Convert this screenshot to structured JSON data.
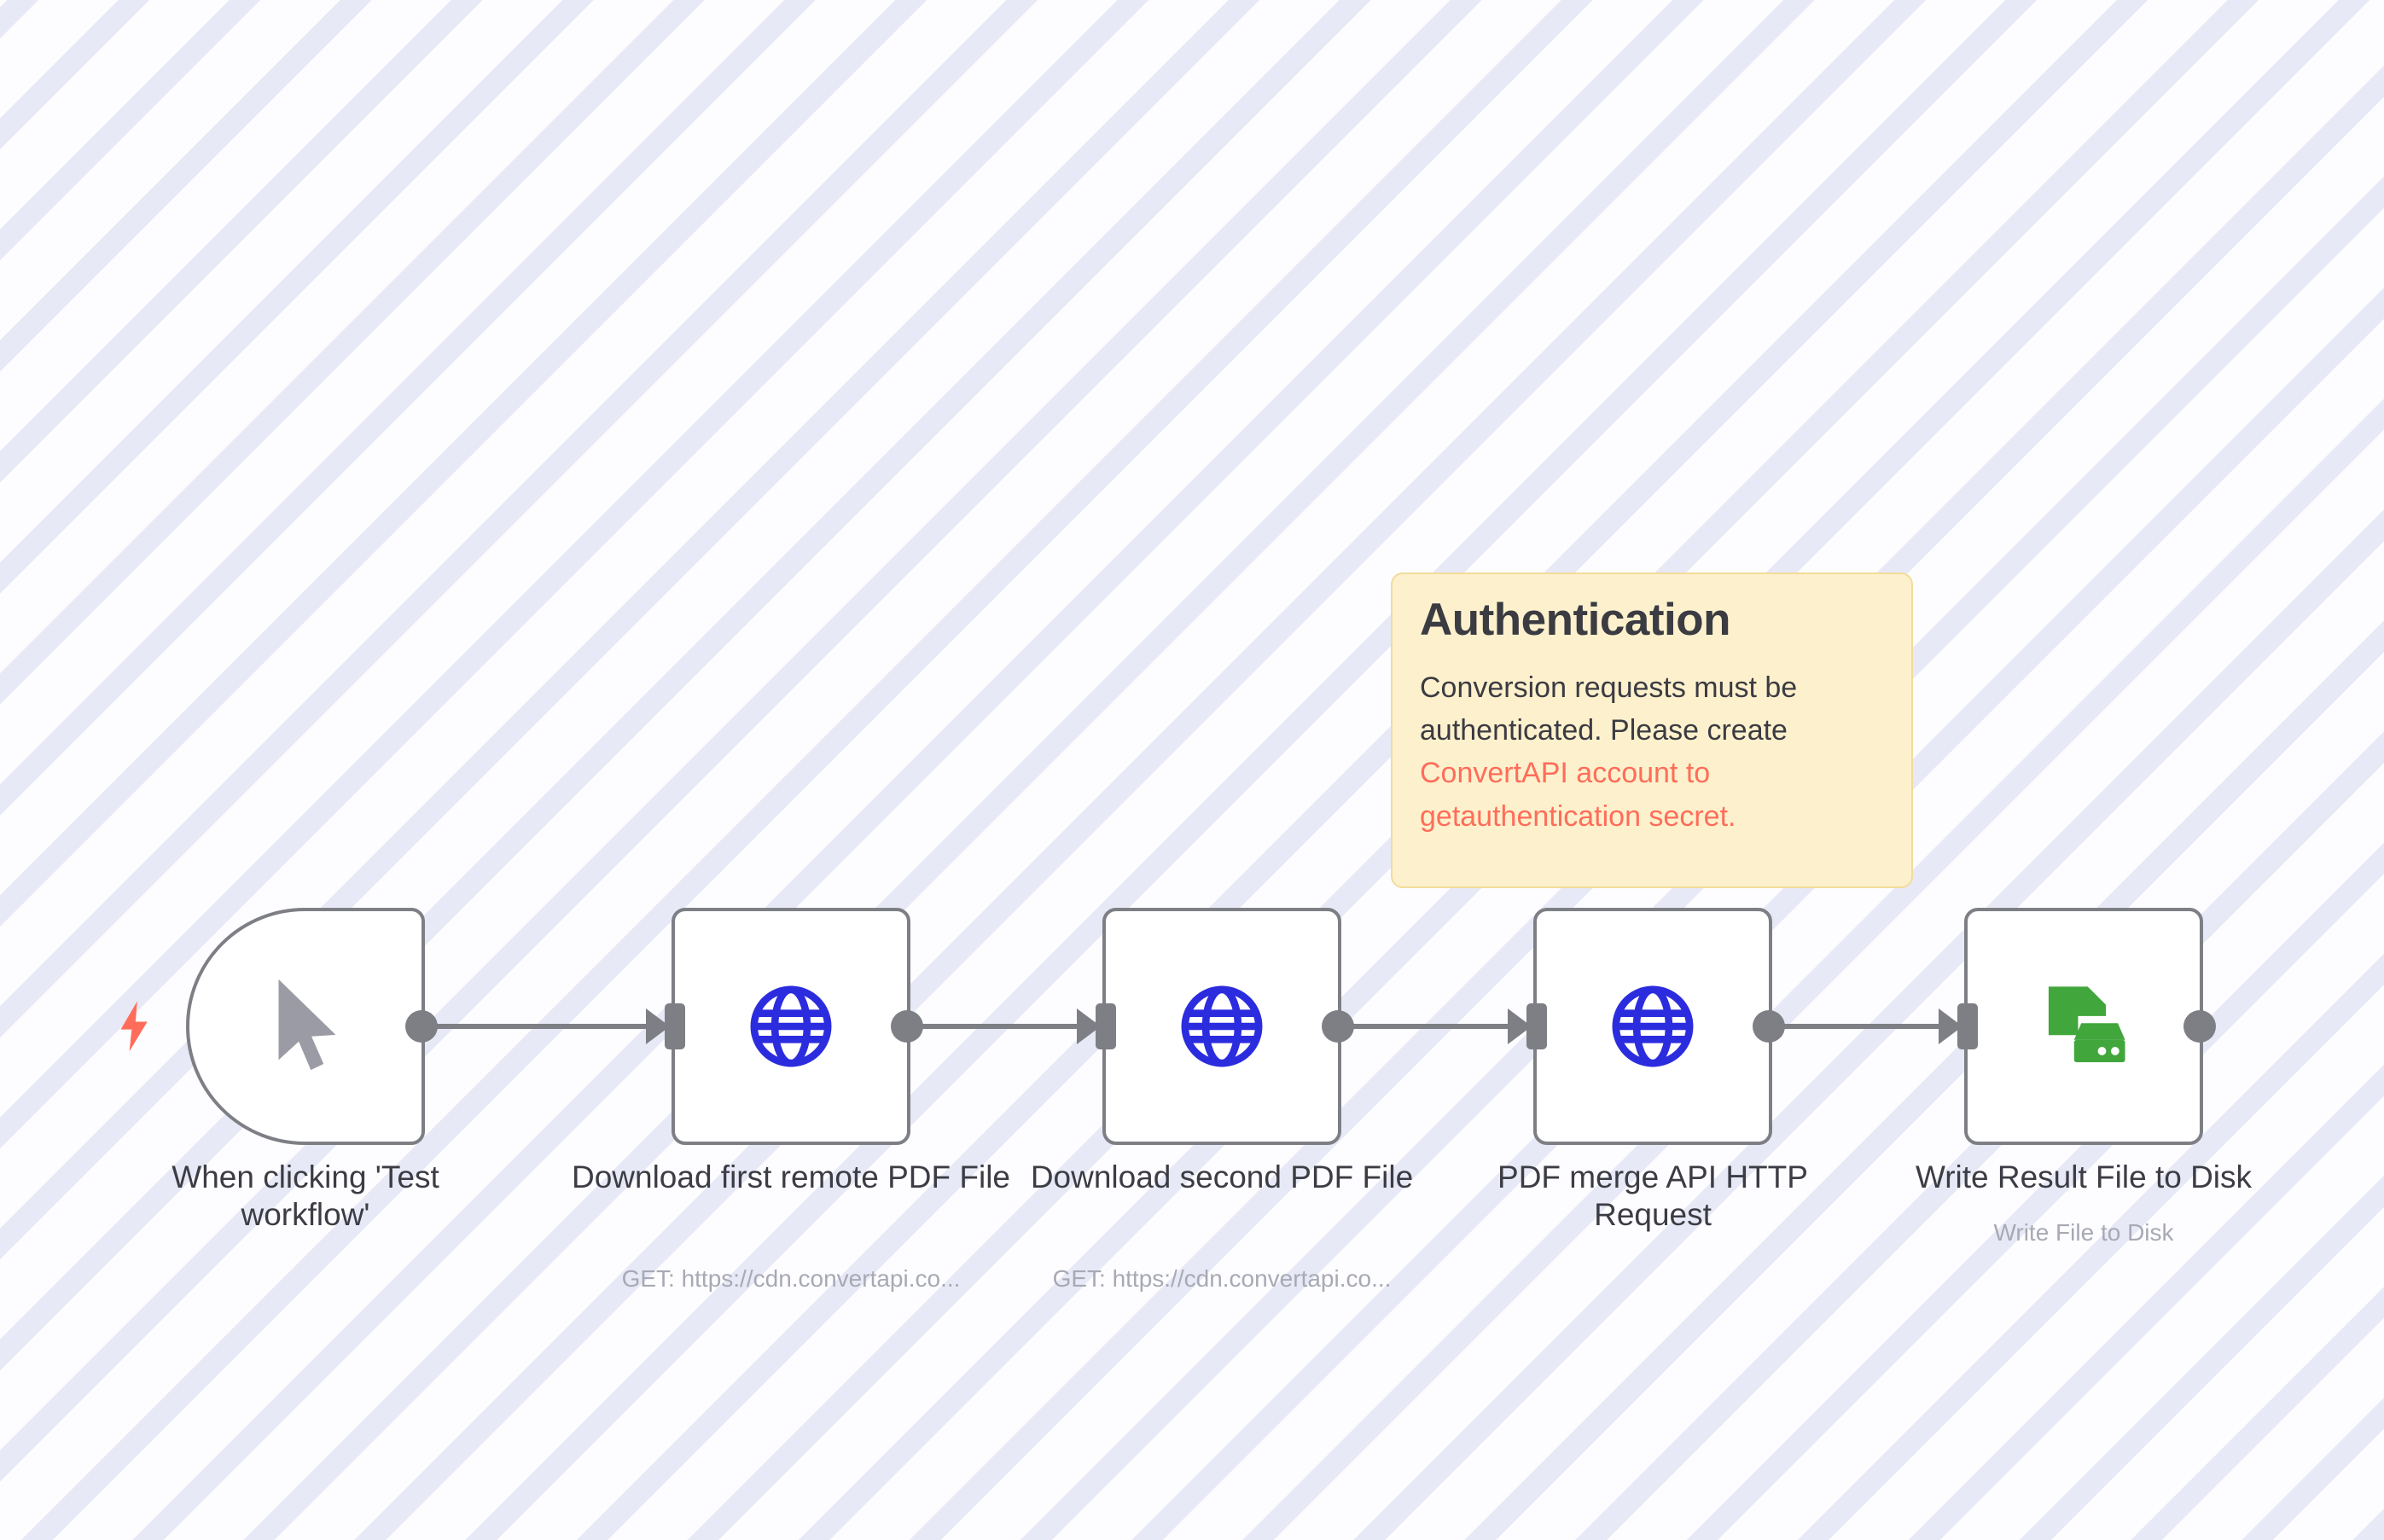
{
  "canvas": {
    "background_color": "#fbfbfe",
    "stripe_color": "#e8e9f6"
  },
  "sticky_note": {
    "title": "Authentication",
    "body_text": "Conversion requests must be authenticated. Please create ",
    "link_text": "ConvertAPI account to get",
    "clipped_line": "authentication secret.",
    "background_color": "#fdf1cd",
    "border_color": "#f2dc9b",
    "link_color": "#ff6d5a"
  },
  "nodes": [
    {
      "id": "manual-trigger",
      "label": "When clicking 'Test workflow'",
      "subtitle": "",
      "icon": "cursor-pointer-icon",
      "icon_color": "#9a9ba4",
      "type": "trigger",
      "has_bolt": true
    },
    {
      "id": "download-first-pdf",
      "label": "Download first remote PDF File",
      "subtitle": "GET: https://cdn.convertapi.co...",
      "icon": "globe-icon",
      "icon_color": "#2c2cdf",
      "type": "http"
    },
    {
      "id": "download-second-pdf",
      "label": "Download second PDF File",
      "subtitle": "GET: https://cdn.convertapi.co...",
      "icon": "globe-icon",
      "icon_color": "#2c2cdf",
      "type": "http"
    },
    {
      "id": "pdf-merge-api",
      "label": "PDF merge API HTTP Request",
      "subtitle": "",
      "icon": "globe-icon",
      "icon_color": "#2c2cdf",
      "type": "http"
    },
    {
      "id": "write-result-file",
      "label": "Write Result File to Disk",
      "subtitle": "Write File to Disk",
      "icon": "file-to-disk-icon",
      "icon_color": "#41a63c",
      "type": "file"
    }
  ],
  "connections": [
    {
      "from": "manual-trigger",
      "to": "download-first-pdf"
    },
    {
      "from": "download-first-pdf",
      "to": "download-second-pdf"
    },
    {
      "from": "download-second-pdf",
      "to": "pdf-merge-api"
    },
    {
      "from": "pdf-merge-api",
      "to": "write-result-file"
    }
  ],
  "trigger_bolt": {
    "color": "#ff6d5a",
    "name": "lightning-bolt-icon"
  }
}
